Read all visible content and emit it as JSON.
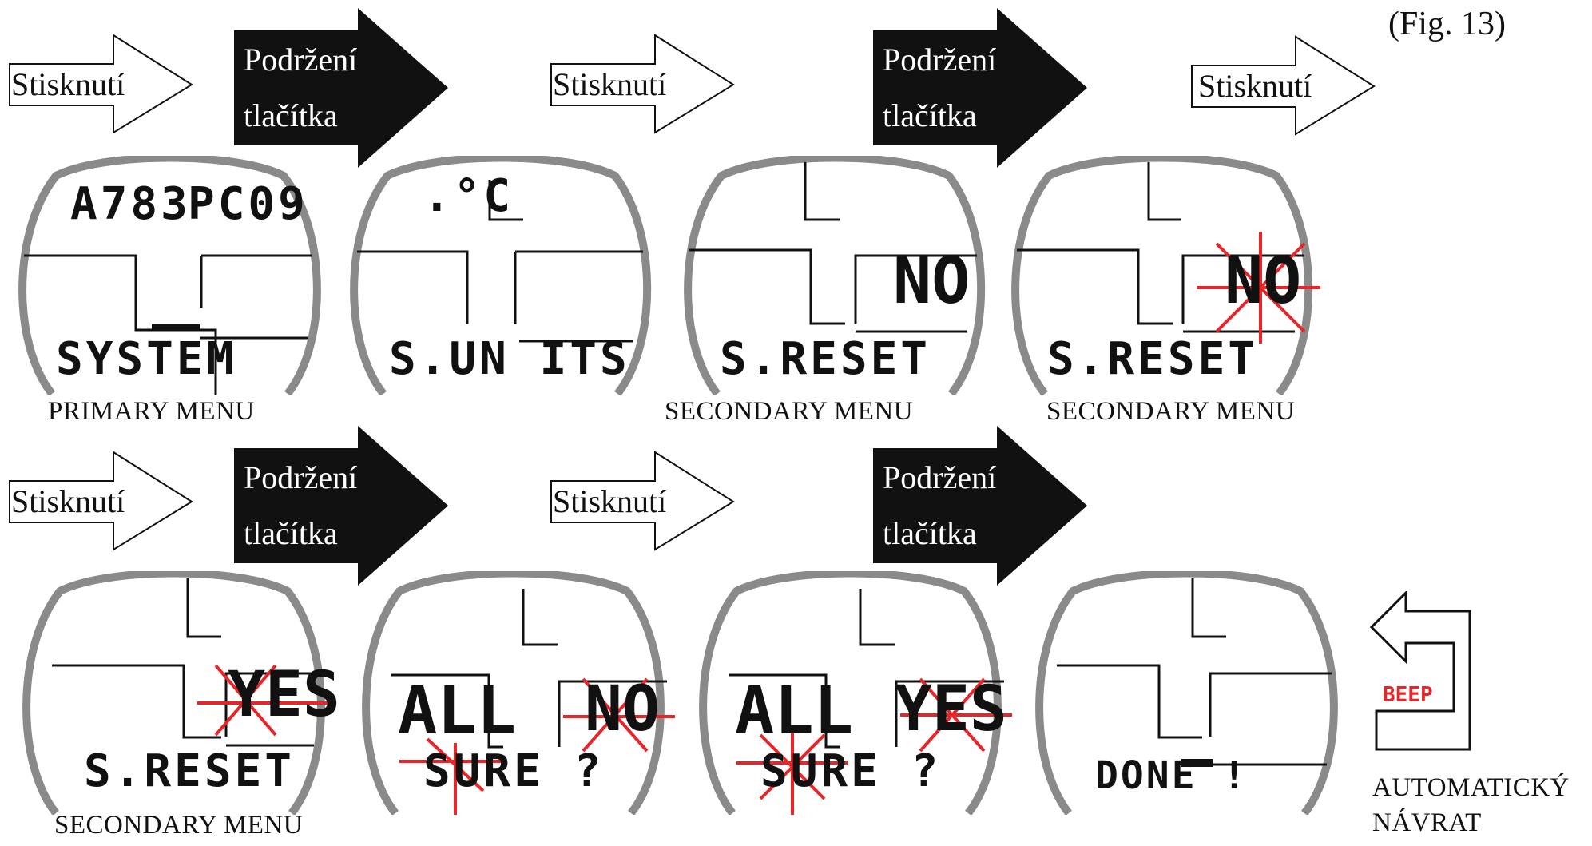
{
  "figure_label": "(Fig. 13)",
  "press_label": "Stisknutí",
  "hold_label_line1": "Podržení",
  "hold_label_line2": "tlačítka",
  "screens": [
    {
      "top": "A783",
      "top_right": "PC09",
      "right": "",
      "bottom": "SYSTEM",
      "caption": "PRIMARY MENU"
    },
    {
      "top": ".°C",
      "top_right": "",
      "right": "",
      "bottom": "S.UN ITS",
      "caption": ""
    },
    {
      "top": "",
      "top_right": "",
      "right": "NO",
      "bottom": "S.RESET",
      "caption": "SECONDARY MENU"
    },
    {
      "top": "",
      "top_right": "",
      "right": "NO",
      "bottom": "S.RESET",
      "caption": "SECONDARY MENU"
    },
    {
      "top": "",
      "top_right": "",
      "right": "YES",
      "bottom": "S.RESET",
      "caption": "SECONDARY MENU"
    },
    {
      "top": "",
      "top_left": "ALL",
      "right": "NO",
      "bottom": "SURE ?",
      "caption": ""
    },
    {
      "top": "",
      "top_left": "ALL",
      "right": "YES",
      "bottom": "SURE ?",
      "caption": ""
    },
    {
      "top": "",
      "top_left": "",
      "right": "",
      "bottom": "DONE !",
      "caption": ""
    }
  ],
  "beep_label": "BEEP",
  "auto_return_line1": "AUTOMATICKÝ",
  "auto_return_line2": "NÁVRAT",
  "colors": {
    "flash": "#e8262a",
    "watch_ring": "#8a8a8a",
    "arrow_black": "#111111"
  }
}
